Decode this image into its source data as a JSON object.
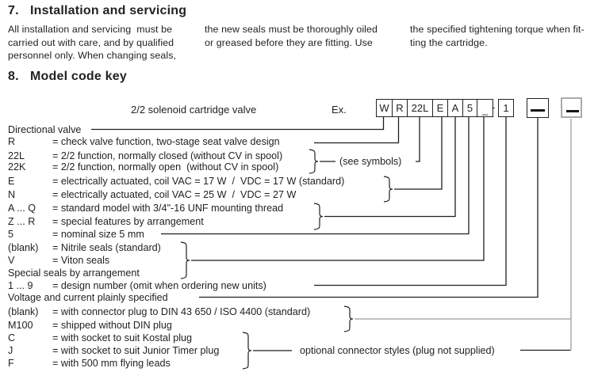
{
  "colors": {
    "text": "#222222",
    "connector_black": "#1f1f1f",
    "connector_gray": "#ababab"
  },
  "section7": {
    "number": "7.",
    "title": "Installation and servicing",
    "col1": "All installation and servicing  must be\ncarried out with care, and by qualified\npersonnel only. When changing seals,",
    "col2": "the new seals must be thoroughly oiled\nor greased before they are fitting. Use",
    "col3": "the specified tightening torque when fit-\nting the cartridge."
  },
  "section8": {
    "number": "8.",
    "title": "Model code key",
    "diagram": {
      "product_label": "2/2 solenoid cartridge valve",
      "example_label": "Ex.",
      "code_cells": [
        "W",
        "R",
        "22L",
        "E",
        "A",
        "5",
        "_"
      ],
      "separator": "-",
      "design_box": "1",
      "see_symbols_note": "(see symbols)",
      "optional_note": "optional connector styles (plug not supplied)",
      "rows": [
        {
          "label": "Directional valve",
          "text": ""
        },
        {
          "label": "R",
          "text": "= check valve function, two-stage seat valve design"
        },
        {
          "label": "22L",
          "text": "= 2/2 function, normally closed (without CV in spool)"
        },
        {
          "label": "22K",
          "text": "= 2/2 function, normally open  (without CV in spool)"
        },
        {
          "label": "E",
          "text": "= electrically actuated, coil VAC = 17 W  /  VDC = 17 W (standard)"
        },
        {
          "label": "N",
          "text": "= electrically actuated, coil VAC = 25 W  /  VDC = 27 W"
        },
        {
          "label": "A ... Q",
          "text": "= standard model with 3/4\"-16 UNF mounting thread"
        },
        {
          "label": "Z ... R",
          "text": "= special features by arrangement"
        },
        {
          "label": "5",
          "text": "= nominal size 5 mm"
        },
        {
          "label": "(blank)",
          "text": "= Nitrile seals (standard)"
        },
        {
          "label": "V",
          "text": "= Viton seals"
        },
        {
          "label": "Special seals by arrangement",
          "text": ""
        },
        {
          "label": "1 ... 9",
          "text": "= design number (omit when ordering new units)"
        },
        {
          "label": "Voltage and current plainly specified",
          "text": ""
        },
        {
          "label": "(blank)",
          "text": "= with connector plug to DIN 43 650 / ISO 4400 (standard)"
        },
        {
          "label": "M100",
          "text": "= shipped without DIN plug"
        },
        {
          "label": "C",
          "text": "= with socket to suit Kostal plug"
        },
        {
          "label": "J",
          "text": "= with socket to suit Junior Timer plug"
        },
        {
          "label": "F",
          "text": "= with 500 mm flying leads"
        }
      ]
    }
  }
}
